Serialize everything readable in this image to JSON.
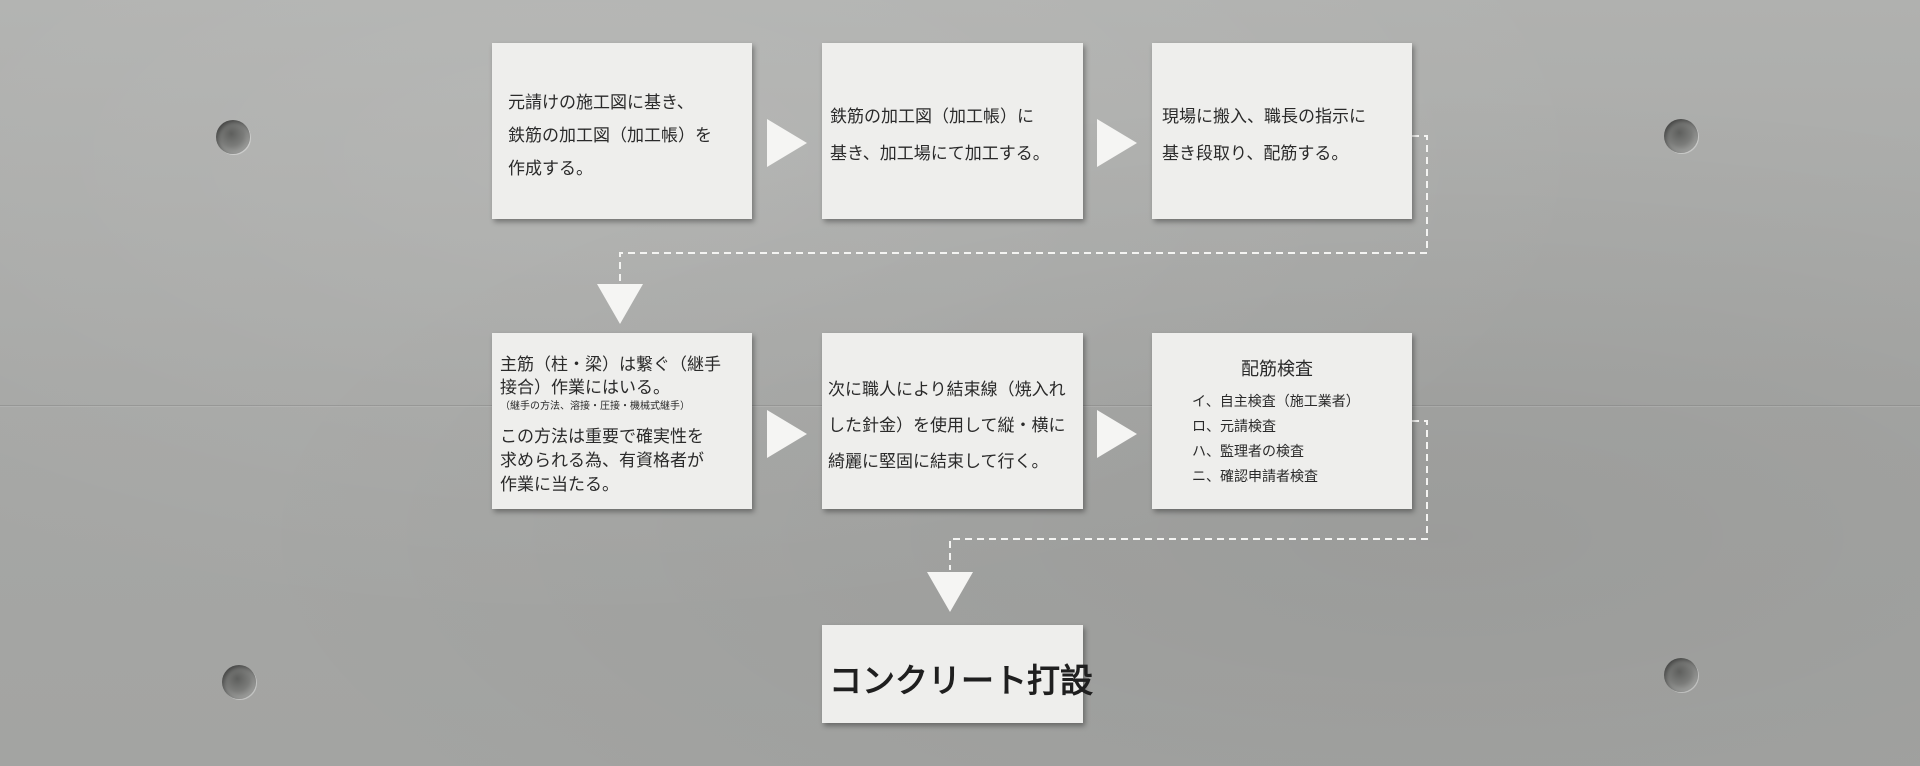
{
  "step1": {
    "line1": "元請けの施工図に基き、",
    "line2": "鉄筋の加工図（加工帳）を",
    "line3": "作成する。"
  },
  "step2": {
    "line1": "鉄筋の加工図（加工帳）に",
    "line2": "基き、加工場にて加工する。"
  },
  "step3": {
    "line1": "現場に搬入、職長の指示に",
    "line2": "基き段取り、配筋する。"
  },
  "step4": {
    "line1": "主筋（柱・梁）は繋ぐ（継手",
    "line2": "接合）作業にはいる。",
    "note": "（継手の方法、溶接・圧接・機械式継手）",
    "line3": "この方法は重要で確実性を",
    "line4": "求められる為、有資格者が",
    "line5": "作業に当たる。"
  },
  "step5": {
    "line1": "次に職人により結束線（焼入れ",
    "line2": "した針金）を使用して縦・横に",
    "line3": "綺麗に堅固に結束して行く。"
  },
  "step6": {
    "title": "配筋検査",
    "items": [
      "イ、自主検査（施工業者）",
      "ロ、元請検査",
      "ハ、監理者の検査",
      "ニ、確認申請者検査"
    ]
  },
  "final": {
    "label": "コンクリート打設"
  }
}
